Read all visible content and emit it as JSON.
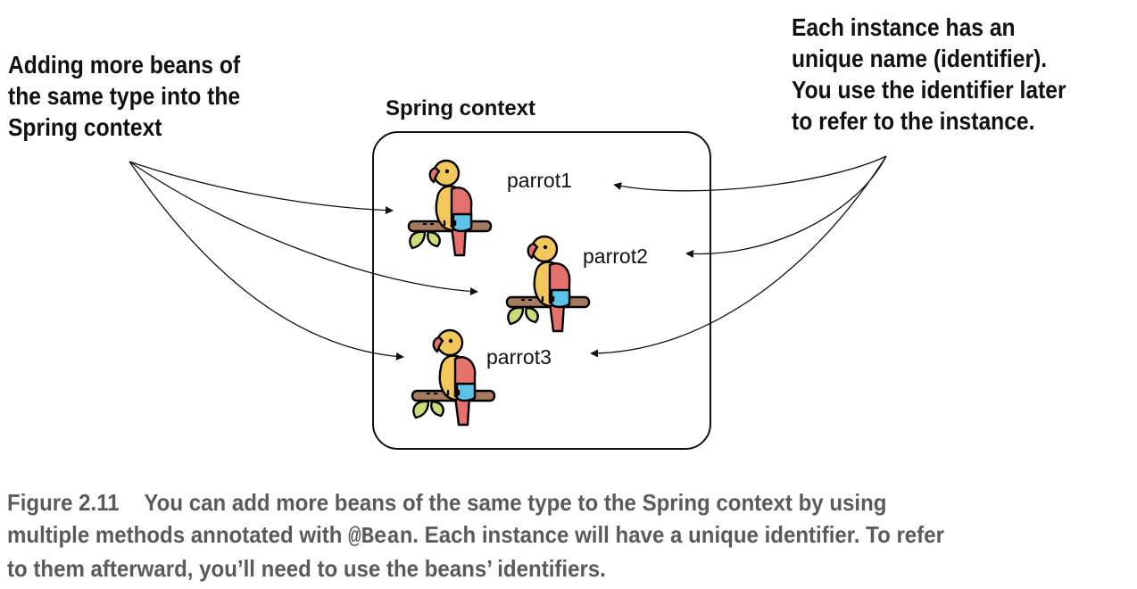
{
  "callouts": {
    "left": [
      "Adding more beans of",
      "the same type into the",
      "Spring context"
    ],
    "right": [
      "Each instance has an",
      "unique name (identifier).",
      "You use the identifier later",
      "to refer to the instance."
    ]
  },
  "context": {
    "title": "Spring context"
  },
  "beans": [
    {
      "label": "parrot1",
      "icon": "parrot-icon"
    },
    {
      "label": "parrot2",
      "icon": "parrot-icon"
    },
    {
      "label": "parrot3",
      "icon": "parrot-icon"
    }
  ],
  "caption": {
    "figure_number": "Figure 2.11",
    "line1_text": "You can add more beans of the same type to the Spring context by using",
    "line2_before_code": "multiple methods annotated with ",
    "line2_code": "@Bean",
    "line2_after_code": ". Each instance will have a unique identifier. To refer",
    "line3": "to them afterward, you’ll need to use the beans’ identifiers."
  },
  "colors": {
    "parrot_body": "#f2c75c",
    "parrot_red": "#e4716b",
    "parrot_blue": "#5cc3e8",
    "perch": "#a57b5f",
    "leaf": "#c9dc77",
    "caption_text": "#5a5a5a"
  }
}
